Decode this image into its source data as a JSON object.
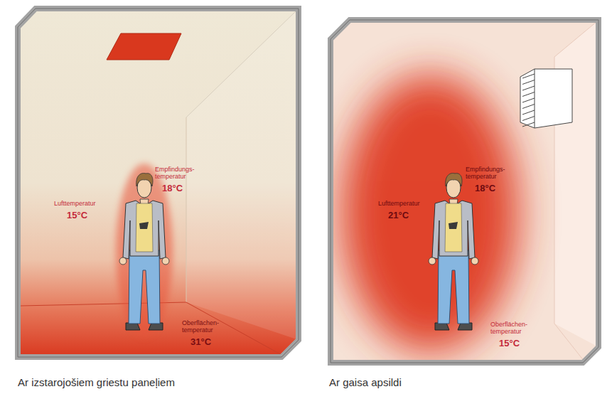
{
  "diagram": {
    "nodes": [
      {
        "text": [
          "Lufttemperatur",
          "15°C",
          "Empfindungs- temperatur",
          "18°C",
          "Oberflächen- temperatur",
          "31°C",
          "Ar izstarojošiem griestu paneļiem"
        ]
      },
      {
        "text": [
          "Lufttemperatur",
          "21°C",
          "Empfindungs- temperatur",
          "18°C",
          "Oberflächen- temperatur",
          "15°C",
          "Ar gaisa apsildi"
        ]
      }
    ]
  }
}
